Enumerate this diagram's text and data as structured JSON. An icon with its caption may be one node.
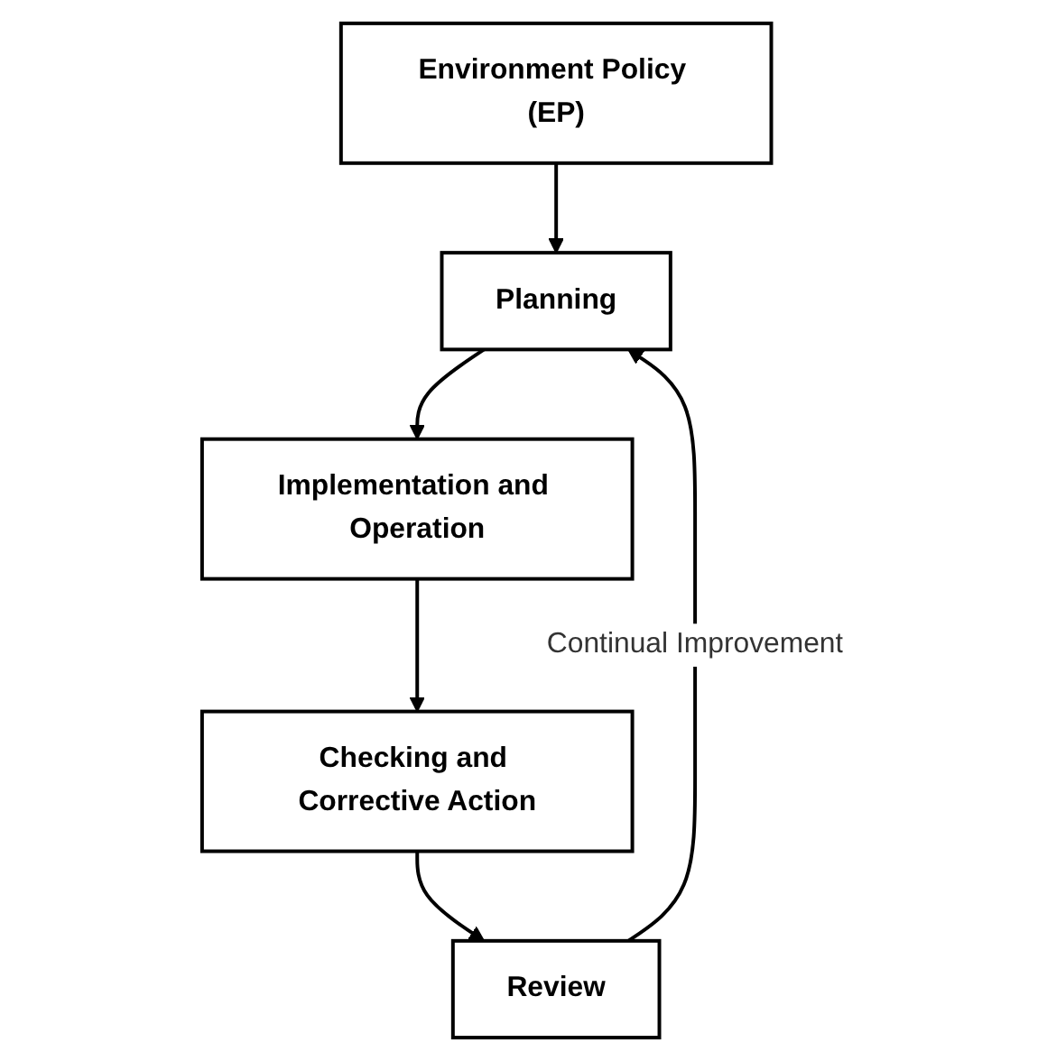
{
  "diagram": {
    "nodes": [
      {
        "text": [
          "Environment Policy (EP)"
        ]
      },
      {
        "text": [
          "Planning"
        ]
      },
      {
        "text": [
          "Implementation and Operation"
        ]
      },
      {
        "text": [
          "Checking and Corrective Action"
        ]
      },
      {
        "text": [
          "Review"
        ]
      }
    ],
    "edges": [
      {
        "from": 0,
        "to": 1,
        "arrow": "to"
      },
      {
        "from": 1,
        "to": 2,
        "arrow": "to"
      },
      {
        "from": 2,
        "to": 3,
        "arrow": "to"
      },
      {
        "from": 3,
        "to": 4,
        "arrow": "to"
      },
      {
        "from": 4,
        "to": 1,
        "arrow": "to",
        "label": "Continual Improvement"
      }
    ]
  }
}
